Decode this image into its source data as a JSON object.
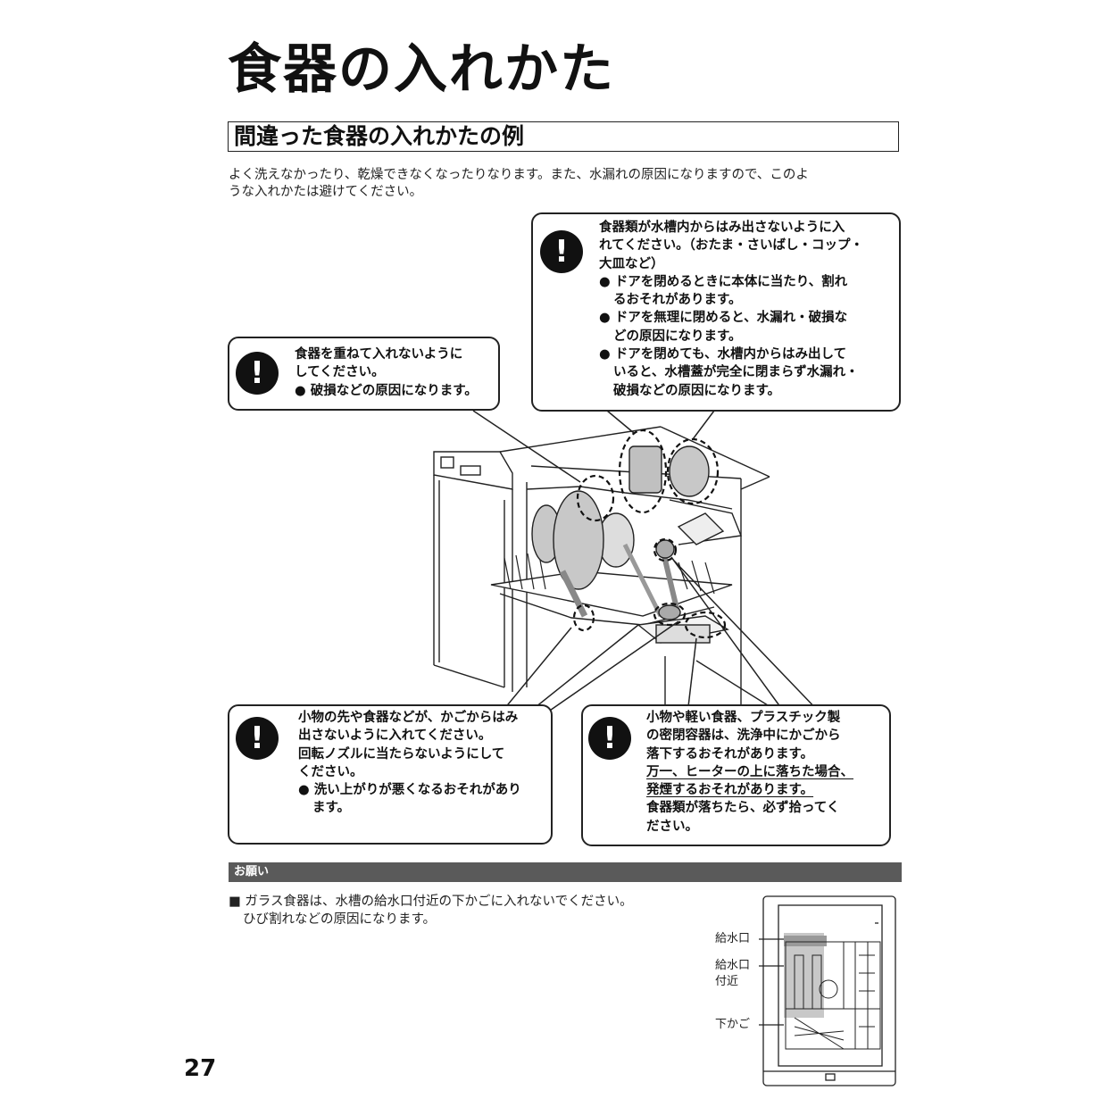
{
  "page": {
    "title": "食器の入れかた",
    "subtitle": "間違った食器の入れかたの例",
    "intro_line1": "よく洗えなかったり、乾燥できなくなったりなります。また、水漏れの原因になりますので、このよ",
    "intro_line2": "うな入れかたは避けてください。",
    "page_number": "27"
  },
  "warning_icon": {
    "name": "exclamation-warning-icon",
    "glyph": "!"
  },
  "callouts": {
    "top_right": {
      "line1": "食器類が水槽内からはみ出さないように入",
      "line2": "れてください。（おたま・さいばし・コップ・",
      "line3": "大皿など）",
      "b1_line1": "● ドアを閉めるときに本体に当たり、割れ",
      "b1_line2": "るおそれがあります。",
      "b2_line1": "● ドアを無理に閉めると、水漏れ・破損な",
      "b2_line2": "どの原因になります。",
      "b3_line1": "● ドアを閉めても、水槽内からはみ出して",
      "b3_line2": "いると、水槽蓋が完全に閉まらず水漏れ・",
      "b3_line3": "破損などの原因になります。"
    },
    "middle_left": {
      "line1": "食器を重ねて入れないように",
      "line2": "してください。",
      "b1": "● 破損などの原因になります。"
    },
    "bottom_left": {
      "line1": "小物の先や食器などが、かごからはみ",
      "line2": "出さないように入れてください。",
      "line3": "回転ノズルに当たらないようにして",
      "line4": "ください。",
      "b1_line1": "● 洗い上がりが悪くなるおそれがあり",
      "b1_line2": "ます。"
    },
    "bottom_right": {
      "line1": "小物や軽い食器、プラスチック製",
      "line2": "の密閉容器は、洗浄中にかごから",
      "line3": "落下するおそれがあります。",
      "line4": "万一、ヒーターの上に落ちた場合、",
      "line5": "発煙するおそれがあります。",
      "line6": "食器類が落ちたら、必ず拾ってく",
      "line7": "ださい。"
    }
  },
  "note": {
    "label": "お願い",
    "line1": "■ ガラス食器は、水槽の給水口付近の下かごに入れないでください。",
    "line2": "ひび割れなどの原因になります。"
  },
  "diagram": {
    "label_inlet": "給水口",
    "label_near_1": "給水口",
    "label_near_2": "付近",
    "label_lower_basket": "下かご"
  }
}
